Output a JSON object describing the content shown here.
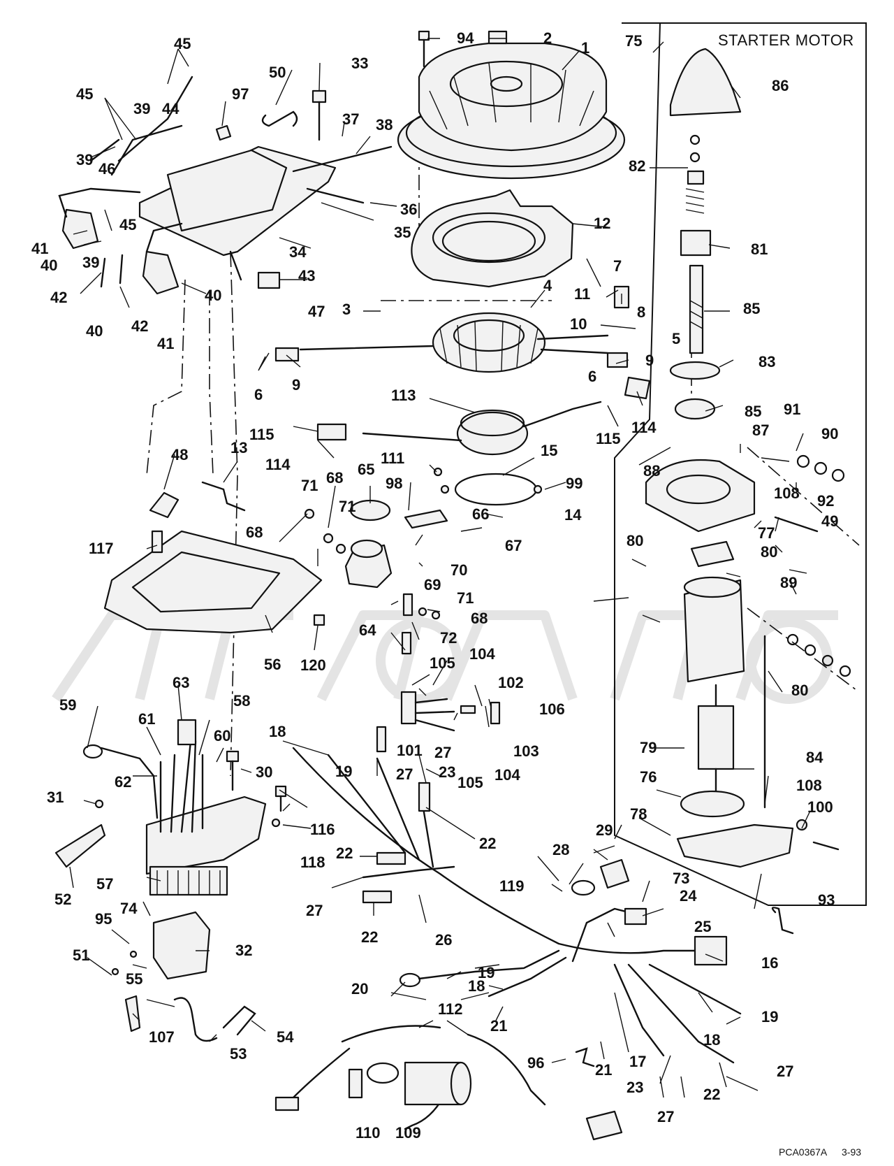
{
  "diagram": {
    "section_title": "STARTER MOTOR",
    "drawing_code": "PCA0367A",
    "drawing_date": "3-93",
    "callouts": [
      "1",
      "2",
      "3",
      "4",
      "5",
      "6",
      "6",
      "7",
      "8",
      "9",
      "9",
      "10",
      "11",
      "12",
      "13",
      "14",
      "15",
      "16",
      "17",
      "18",
      "18",
      "18",
      "18",
      "19",
      "19",
      "19",
      "20",
      "21",
      "21",
      "22",
      "22",
      "22",
      "22",
      "22",
      "23",
      "23",
      "24",
      "25",
      "26",
      "27",
      "27",
      "27",
      "27",
      "27",
      "28",
      "29",
      "30",
      "31",
      "32",
      "33",
      "34",
      "35",
      "36",
      "37",
      "38",
      "39",
      "39",
      "39",
      "40",
      "40",
      "40",
      "40",
      "41",
      "41",
      "42",
      "42",
      "43",
      "44",
      "45",
      "45",
      "45",
      "46",
      "47",
      "48",
      "49",
      "50",
      "51",
      "52",
      "53",
      "54",
      "55",
      "56",
      "57",
      "58",
      "59",
      "60",
      "61",
      "62",
      "63",
      "64",
      "65",
      "66",
      "67",
      "68",
      "68",
      "68",
      "69",
      "70",
      "71",
      "71",
      "71",
      "72",
      "73",
      "74",
      "75",
      "76",
      "77",
      "78",
      "79",
      "80",
      "80",
      "80",
      "80",
      "81",
      "82",
      "83",
      "84",
      "85",
      "85",
      "86",
      "87",
      "88",
      "89",
      "90",
      "91",
      "92",
      "93",
      "94",
      "95",
      "96",
      "97",
      "98",
      "99",
      "100",
      "101",
      "102",
      "103",
      "104",
      "104",
      "105",
      "105",
      "106",
      "107",
      "108",
      "108",
      "109",
      "110",
      "111",
      "112",
      "113",
      "114",
      "114",
      "115",
      "115",
      "116",
      "117",
      "118",
      "119",
      "120"
    ]
  }
}
